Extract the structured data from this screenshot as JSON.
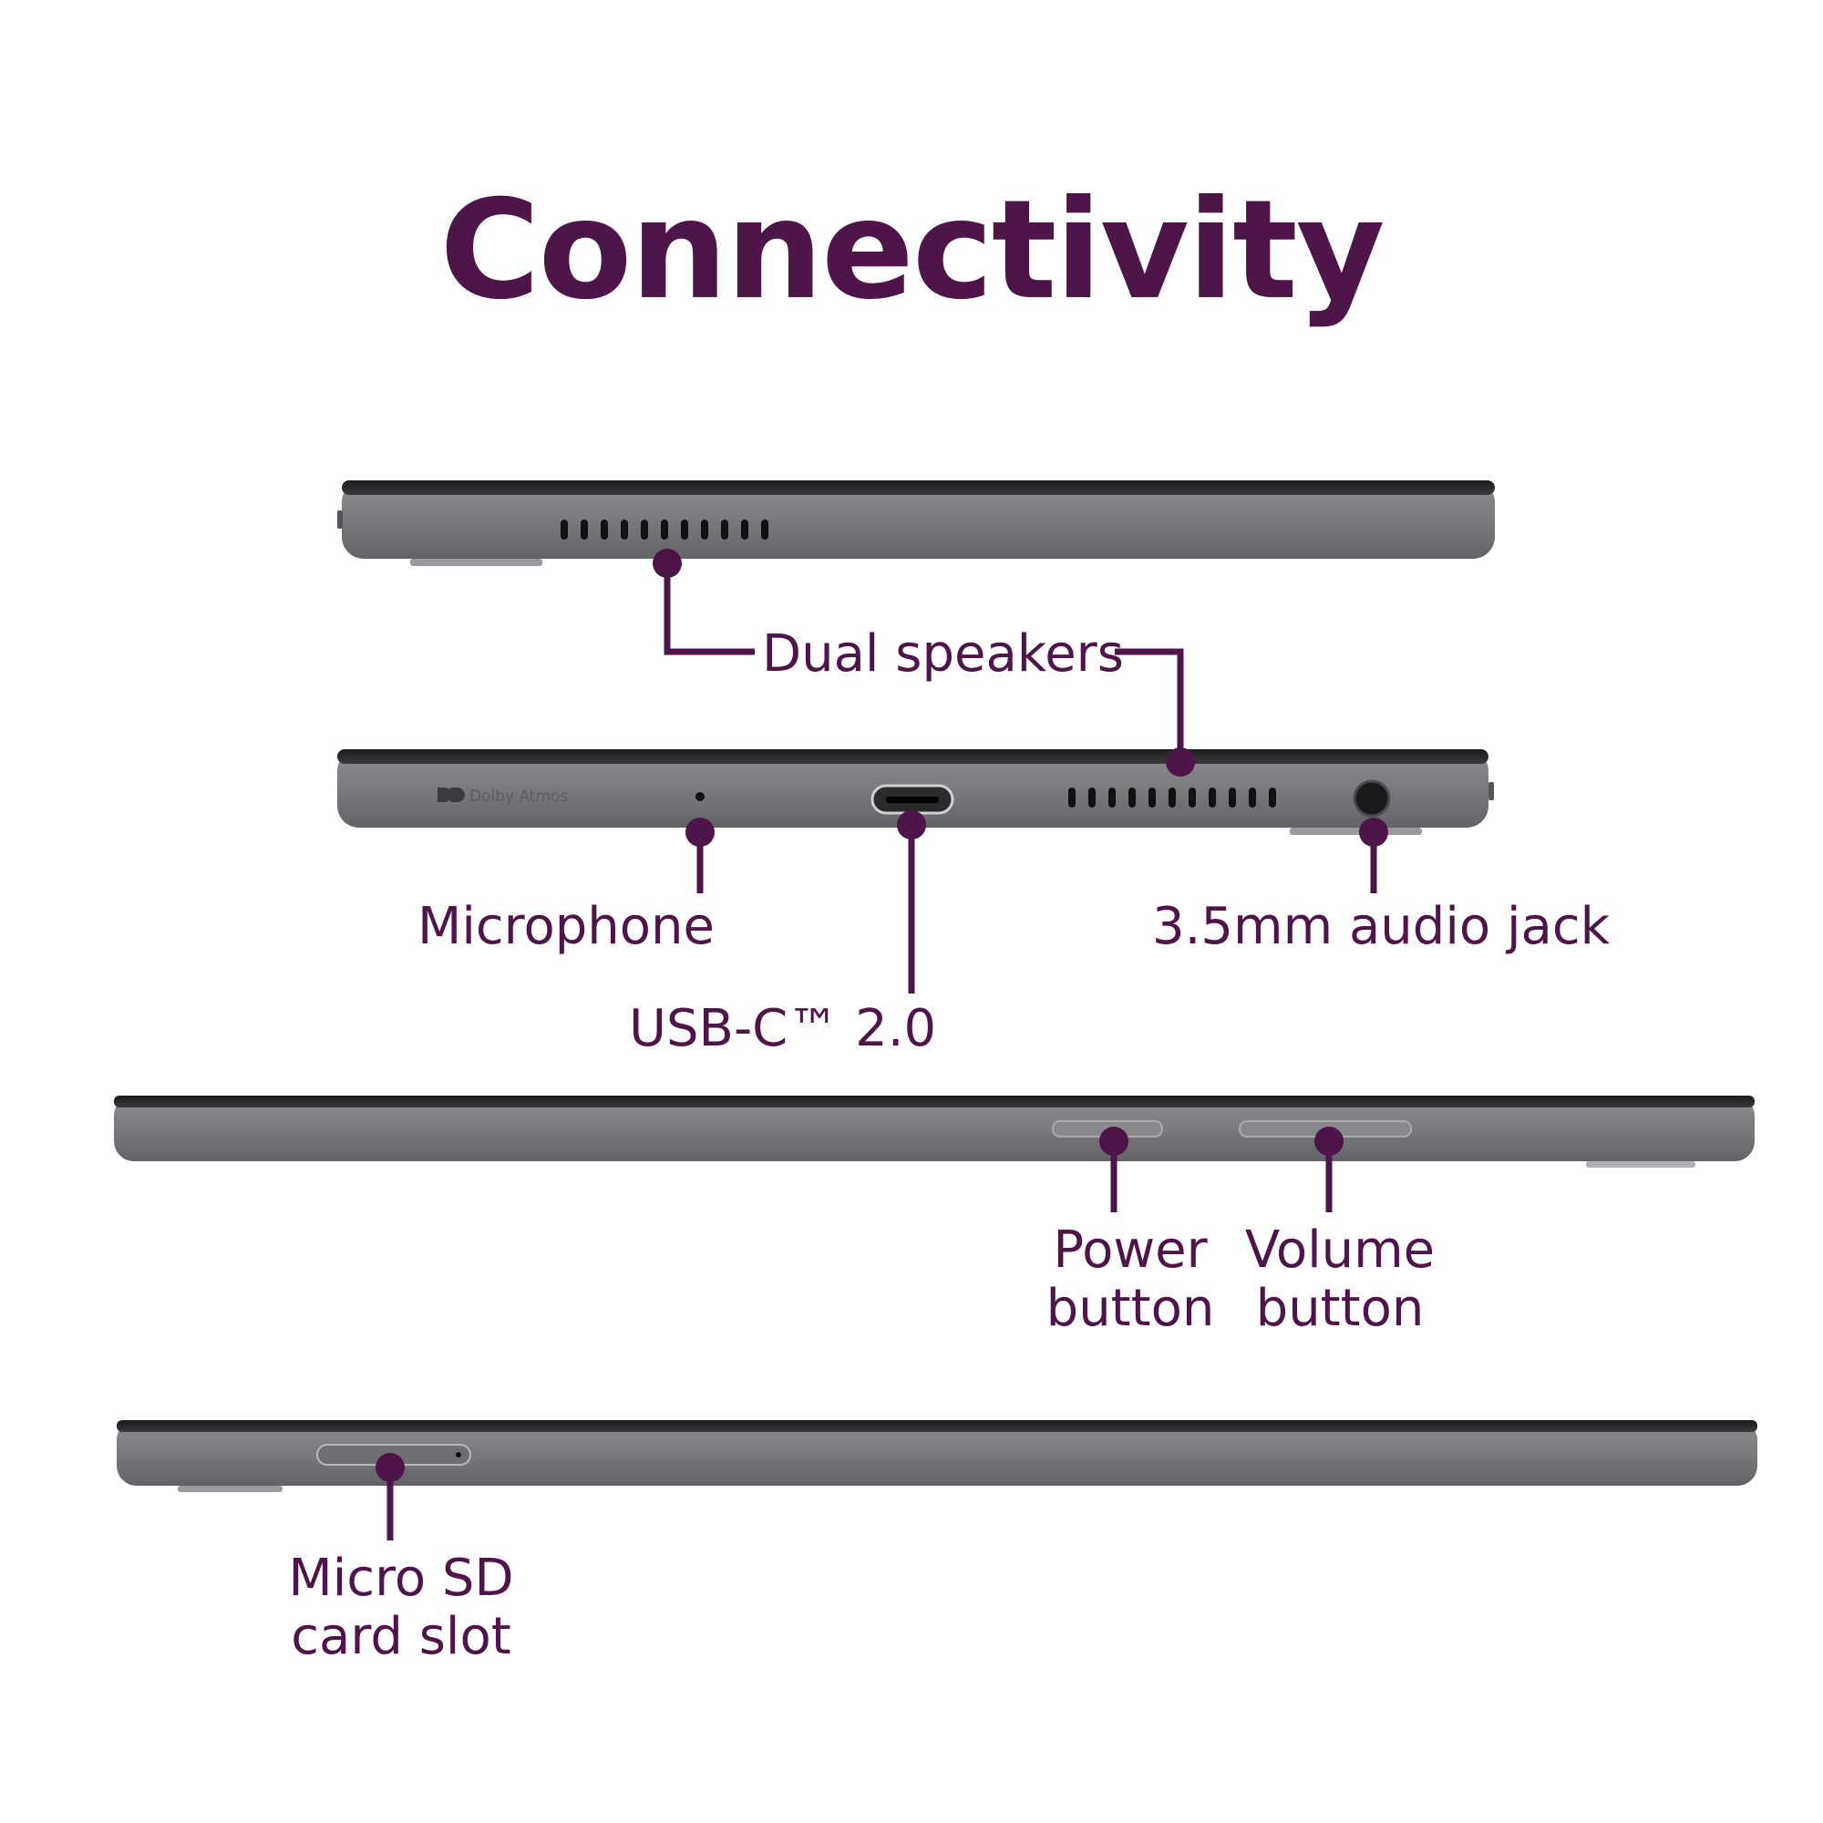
{
  "title": "Connectivity",
  "device_text": "Dolby Atmos",
  "labels": {
    "dual_speakers": "Dual speakers",
    "microphone": "Microphone",
    "usb_c": "USB-C™ 2.0",
    "audio_jack": "3.5mm audio jack",
    "power_button": [
      "Power",
      "button"
    ],
    "volume_button": [
      "Volume",
      "button"
    ],
    "micro_sd": [
      "Micro SD",
      "card slot"
    ]
  },
  "colors": {
    "accent": "#4d1548",
    "device_body": "#77777b",
    "device_edge": "#2a2a2d",
    "background": "#ffffff"
  }
}
